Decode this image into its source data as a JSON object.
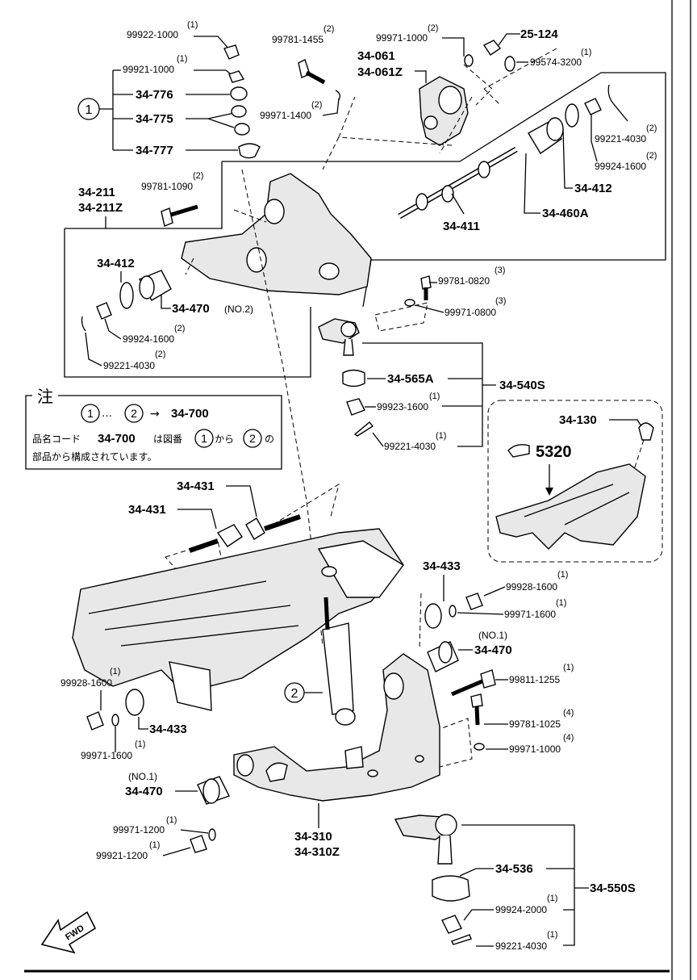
{
  "labels": {
    "p99922_1000": "99922-1000",
    "q99922_1000": "(1)",
    "p99921_1000": "99921-1000",
    "q99921_1000": "(1)",
    "p34_776": "34-776",
    "p34_775": "34-775",
    "p34_777": "34-777",
    "p99781_1455": "99781-1455",
    "q99781_1455": "(2)",
    "p99971_1400": "99971-1400",
    "q99971_1400": "(2)",
    "p99971_1000a": "99971-1000",
    "q99971_1000a": "(2)",
    "p34_061": "34-061",
    "p34_061z": "34-061Z",
    "p25_124": "25-124",
    "p99574_3200": "99574-3200",
    "q99574_3200": "(1)",
    "p99221_4030a": "99221-4030",
    "q99221_4030a": "(2)",
    "p99924_1600a": "99924-1600",
    "q99924_1600a": "(2)",
    "p34_412a": "34-412",
    "p34_460a": "34-460A",
    "p34_411": "34-411",
    "p34_211": "34-211",
    "p34_211z": "34-211Z",
    "p99781_1090": "99781-1090",
    "q99781_1090": "(2)",
    "p34_412b": "34-412",
    "p34_470a": "34-470",
    "n34_470a": "(NO.2)",
    "p99924_1600b": "99924-1600",
    "q99924_1600b": "(2)",
    "p99221_4030b": "99221-4030",
    "q99221_4030b": "(2)",
    "p99781_0820": "99781-0820",
    "q99781_0820": "(3)",
    "p99971_0800": "99971-0800",
    "q99971_0800": "(3)",
    "p34_565a": "34-565A",
    "p34_540s": "34-540S",
    "p99923_1600": "99923-1600",
    "q99923_1600": "(1)",
    "p99221_4030c": "99221-4030",
    "q99221_4030c": "(1)",
    "p34_130": "34-130",
    "p5320": "5320",
    "p34_431a": "34-431",
    "p34_431b": "34-431",
    "p34_433a": "34-433",
    "p99928_1600a": "99928-1600",
    "q99928_1600a": "(1)",
    "p99971_1600a": "99971-1600",
    "q99971_1600a": "(1)",
    "p34_470b": "34-470",
    "n34_470b": "(NO.1)",
    "p99811_1255": "99811-1255",
    "q99811_1255": "(1)",
    "p99781_1025": "99781-1025",
    "q99781_1025": "(4)",
    "p99971_1000b": "99971-1000",
    "q99971_1000b": "(4)",
    "p99928_1600b": "99928-1600",
    "q99928_1600b": "(1)",
    "p34_433b": "34-433",
    "p99971_1600b": "99971-1600",
    "q99971_1600b": "(1)",
    "p34_470c": "34-470",
    "n34_470c": "(NO.1)",
    "p99971_1200": "99971-1200",
    "q99971_1200": "(1)",
    "p99921_1200": "99921-1200",
    "q99921_1200": "(1)",
    "p34_310": "34-310",
    "p34_310z": "34-310Z",
    "p34_536": "34-536",
    "p34_550s": "34-550S",
    "p99924_2000": "99924-2000",
    "q99924_2000": "(1)",
    "p99221_4030d": "99221-4030",
    "q99221_4030d": "(1)",
    "callout1": "1",
    "callout2": "2",
    "fwd": "FWD"
  },
  "note": {
    "title": "注",
    "line1_sep": "…",
    "line1_arrow": "→",
    "line1_part": "34-700",
    "line2_a": "品名コード",
    "line2_part": "34-700",
    "line2_b": "は図番",
    "line2_c": "から",
    "line2_d": "の",
    "line3": "部品から構成されています。",
    "c1": "1",
    "c2": "2"
  }
}
